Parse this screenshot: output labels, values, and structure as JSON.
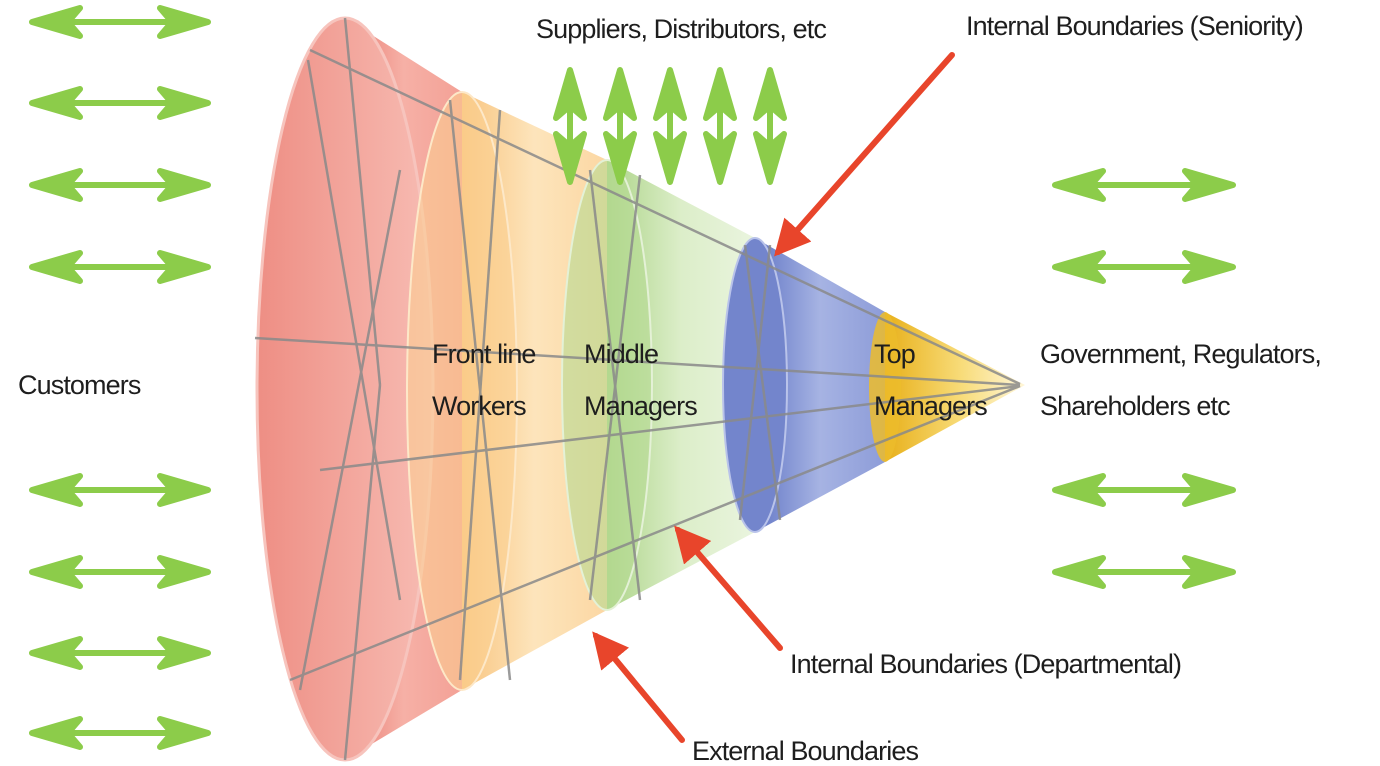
{
  "labels": {
    "suppliers": "Suppliers, Distributors, etc",
    "internal_seniority": "Internal Boundaries (Seniority)",
    "customers": "Customers",
    "front_line_1": "Front line",
    "front_line_2": "Workers",
    "middle_1": "Middle",
    "middle_2": "Managers",
    "top_1": "Top",
    "top_2": "Managers",
    "government_1": "Government, Regulators,",
    "government_2": "Shareholders etc",
    "internal_departmental": "Internal Boundaries (Departmental)",
    "external": "External Boundaries"
  },
  "colors": {
    "arrow_green": "#8ccc4a",
    "pointer_red": "#e8452b",
    "cone_red": "#f0958a",
    "cone_orange": "#fbd49a",
    "cone_green": "#c6e2a9",
    "cone_blue": "#7e8fd0",
    "cone_yellow": "#f1c23b",
    "wire_gray": "#8a8a8a"
  }
}
